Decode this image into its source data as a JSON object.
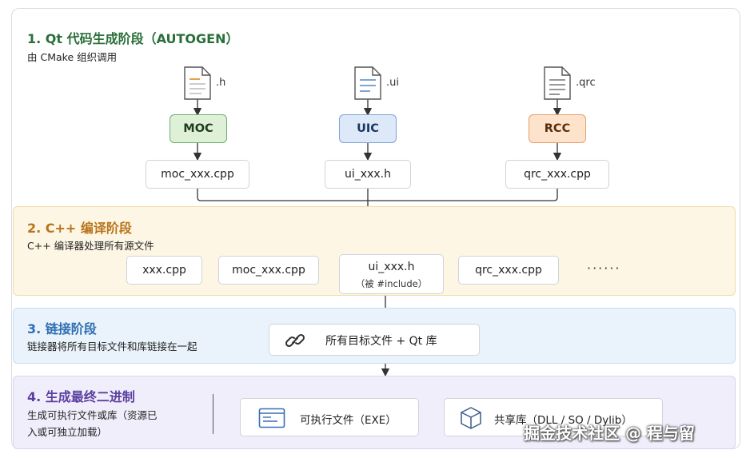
{
  "stage1": {
    "title": "1. Qt 代码生成阶段（AUTOGEN）",
    "subtitle": "由 CMake 组织调用",
    "columns": [
      {
        "file_label": ".h",
        "tool": "MOC",
        "output": "moc_xxx.cpp"
      },
      {
        "file_label": ".ui",
        "tool": "UIC",
        "output": "ui_xxx.h"
      },
      {
        "file_label": ".qrc",
        "tool": "RCC",
        "output": "qrc_xxx.cpp"
      }
    ]
  },
  "stage2": {
    "title": "2. C++ 编译阶段",
    "subtitle": "C++ 编译器处理所有源文件",
    "files": [
      "xxx.cpp",
      "moc_xxx.cpp",
      "ui_xxx.h",
      "qrc_xxx.cpp"
    ],
    "include_note": "（被 #include）",
    "more": "······"
  },
  "stage3": {
    "title": "3. 链接阶段",
    "subtitle": "链接器将所有目标文件和库链接在一起",
    "box_label": "所有目标文件 + Qt 库",
    "icon": "link-icon"
  },
  "stage4": {
    "title": "4. 生成最终二进制",
    "subtitle_line1": "生成可执行文件或库（资源已",
    "subtitle_line2": "入或可独立加载）",
    "outputs": [
      {
        "label": "可执行文件（EXE）",
        "icon": "window-icon"
      },
      {
        "label": "共享库（DLL / SO / Dylib）",
        "icon": "cube-icon"
      }
    ]
  },
  "watermark": "掘金技术社区 @ 程与留",
  "colors": {
    "stage1_title": "#2a6f3a",
    "moc_bg": "#dff0d8",
    "moc_border": "#6cb16a",
    "uic_bg": "#dde8f8",
    "uic_border": "#7fa3d6",
    "rcc_bg": "#fde3cc",
    "rcc_border": "#e8a06a",
    "stage2_bg": "#fdf6e4",
    "stage2_border": "#f0dca6",
    "stage2_title": "#b8741a",
    "stage3_bg": "#eaf3fb",
    "stage3_border": "#c7def0",
    "stage3_title": "#2f6fb3",
    "stage4_bg": "#f1eefb",
    "stage4_border": "#d9d2ef",
    "stage4_title": "#5a3f9e"
  }
}
